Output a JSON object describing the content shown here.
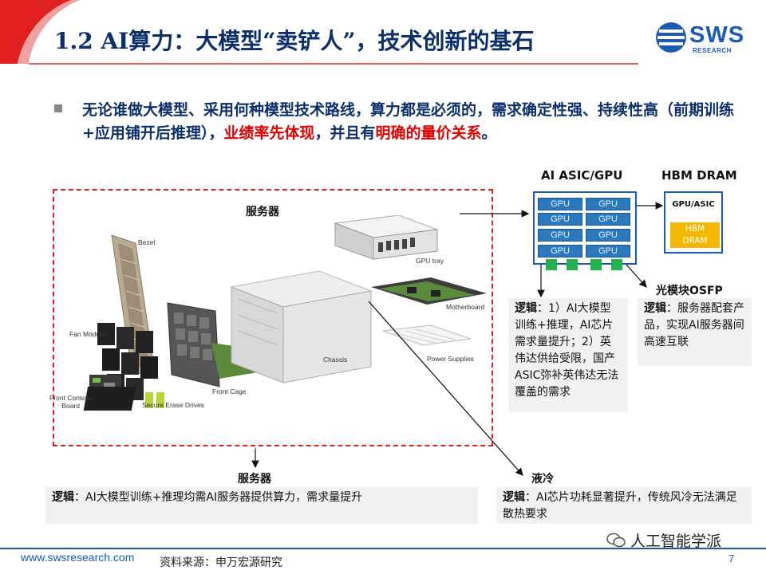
{
  "slide": {
    "title": "1.2 AI算力：大模型“卖铲人”，技术创新的基石",
    "logo_text": "SWS",
    "logo_sub": "RESEARCH",
    "bullet": {
      "part1": "无论谁做大模型、采用何种模型技术路线，算力都是必须的，需求确定性强、持续性高（前期训练+应用铺开后推理），",
      "part2_red": "业绩率先体现",
      "part3": "，并且有",
      "part4_red": "明确的量价关系",
      "part5": "。"
    }
  },
  "diagram": {
    "server_label_top": "服务器",
    "server_parts": {
      "bezel": "Bezel",
      "gpu_tray": "GPU tray",
      "motherboard": "Motherboard",
      "fan_modules": "Fan Modules",
      "chassis": "Chassis",
      "power_supplies": "Power Supplies",
      "front_cage": "Front Cage",
      "front_console_board": "Front Console\nBoard",
      "secure_erase_drives": "Secure Erase Drives"
    },
    "asic_title": "AI ASIC/GPU",
    "hbm_title": "HBM DRAM",
    "gpu_cells": [
      "GPU",
      "GPU",
      "GPU",
      "GPU",
      "GPU",
      "GPU",
      "GPU",
      "GPU"
    ],
    "hbm_gpu_asic": "GPU/ASIC",
    "hbm_dram": "HBM\nDRAM",
    "optical_label": "光模块OSFP",
    "server_label_bottom": "服务器",
    "cooling_label": "液冷"
  },
  "notes": {
    "asic": {
      "head": "逻辑",
      "body": "：1）AI大模型训练+推理，AI芯片需求量提升；2）英伟达供给受限，国产ASIC弥补英伟达无法覆盖的需求"
    },
    "optical": {
      "head": "逻辑",
      "body": "：服务器配套产品，实现AI服务器间高速互联"
    },
    "server": {
      "head": "逻辑",
      "body": "：AI大模型训练+推理均需AI服务器提供算力，需求量提升"
    },
    "cooling": {
      "head": "逻辑",
      "body": "：AI芯片功耗显著提升，传统风冷无法满足散热要求"
    }
  },
  "footer": {
    "url": "www.swsresearch.com",
    "source": "资料来源：申万宏源研究",
    "page": "7",
    "watermark": "人工智能学派"
  },
  "colors": {
    "accent_red": "#e02020",
    "brand_blue": "#1a5bb4",
    "title_navy": "#0b2f6b",
    "gpu_blue": "#2c78bd",
    "hbm_gold": "#f5b800"
  }
}
